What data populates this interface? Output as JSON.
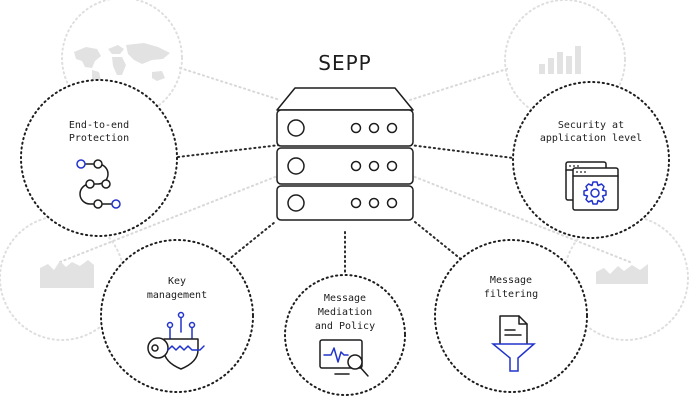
{
  "title": "SEPP",
  "nodes": {
    "end_to_end": {
      "line1": "End-to-end",
      "line2": "Protection"
    },
    "security": {
      "line1": "Security at",
      "line2": "application level"
    },
    "key_mgmt": {
      "line1": "Key",
      "line2": "management"
    },
    "mediation": {
      "line1": "Message",
      "line2": "Mediation",
      "line3": "and Policy"
    },
    "filtering": {
      "line1": "Message",
      "line2": "filtering"
    }
  },
  "colors": {
    "ink": "#1d1d1f",
    "accent": "#2233cc",
    "ghost": "#d8d8d8"
  },
  "icons": {
    "server": "server-icon",
    "end_to_end": "route-path-icon",
    "security": "window-gear-icon",
    "key_mgmt": "key-shield-icon",
    "mediation": "monitor-magnifier-icon",
    "filtering": "document-funnel-icon",
    "ghost_top_left": "world-map-icon",
    "ghost_top_right": "bar-chart-icon",
    "ghost_left": "area-chart-icon",
    "ghost_right": "area-chart-icon"
  }
}
